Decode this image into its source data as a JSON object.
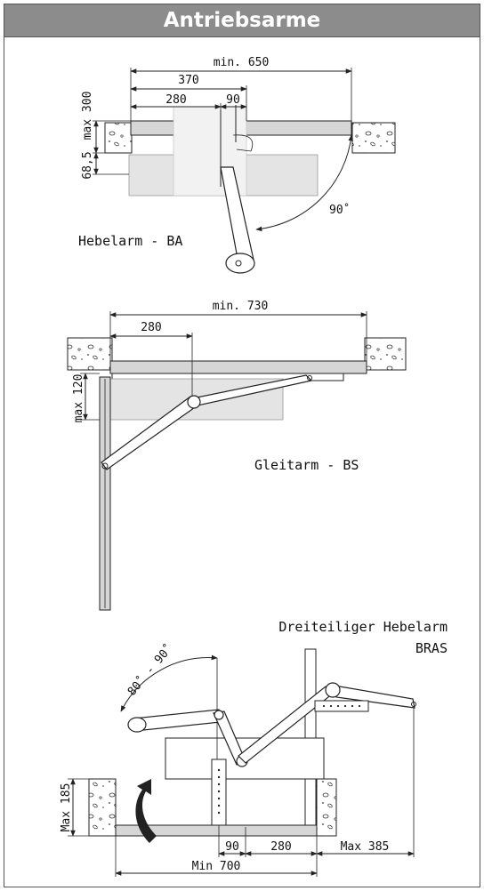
{
  "title": "Antriebsarme",
  "sections": {
    "ba": {
      "label": "Hebelarm - BA",
      "dims": {
        "min_width": "min. 650",
        "d370": "370",
        "d280": "280",
        "d90": "90",
        "max300": "max 300",
        "d68": "68,5",
        "angle": "90˚"
      }
    },
    "bs": {
      "label": "Gleitarm - BS",
      "dims": {
        "min_width": "min. 730",
        "d280": "280",
        "max120": "max 120"
      }
    },
    "bras": {
      "label_line1": "Dreiteiliger Hebelarm",
      "label_line2": "BRAS",
      "dims": {
        "angle": "80˚ - 90˚",
        "max185": "Max 185",
        "d90": "90",
        "d280": "280",
        "max385": "Max 385",
        "min700": "Min 700"
      }
    }
  },
  "colors": {
    "header_bg": "#8c8c8c",
    "header_text": "#ffffff",
    "line": "#222222",
    "door_leaf": "#d6d6d6",
    "operator_body": "#e4e4e4"
  },
  "icons": [
    "rotation-arrow-icon"
  ]
}
